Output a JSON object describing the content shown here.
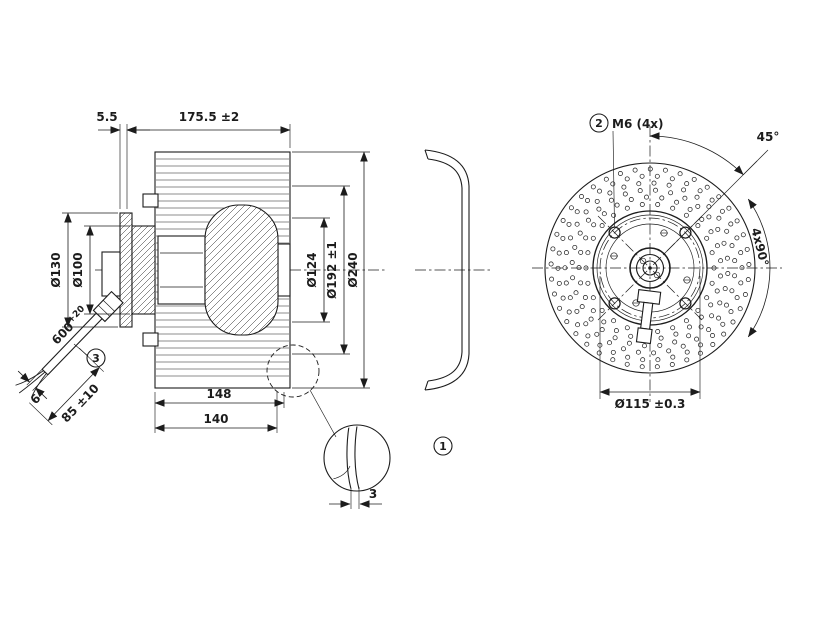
{
  "colors": {
    "ink": "#1c1c1c",
    "background": "#ffffff"
  },
  "balloons": {
    "inlet_ring": "1",
    "screws": "2",
    "cable": "3"
  },
  "dims": {
    "spacer": "5.5",
    "overall_length": "175.5 ±2",
    "flange_od": "Ø130",
    "spigot_od": "Ø100",
    "inlet_id": "Ø124",
    "ring_od": "Ø192 ±1",
    "impeller_od": "Ø240",
    "cable_len": "600",
    "cable_len_tol": "+20",
    "cable_od": "6",
    "lead_len": "85 ±10",
    "len_148": "148",
    "len_140": "140",
    "wall": "3",
    "screws": "M6 (4x)",
    "angle45": "45°",
    "spacing": "4x90°",
    "pitch_circle": "Ø115 ±0.3"
  }
}
